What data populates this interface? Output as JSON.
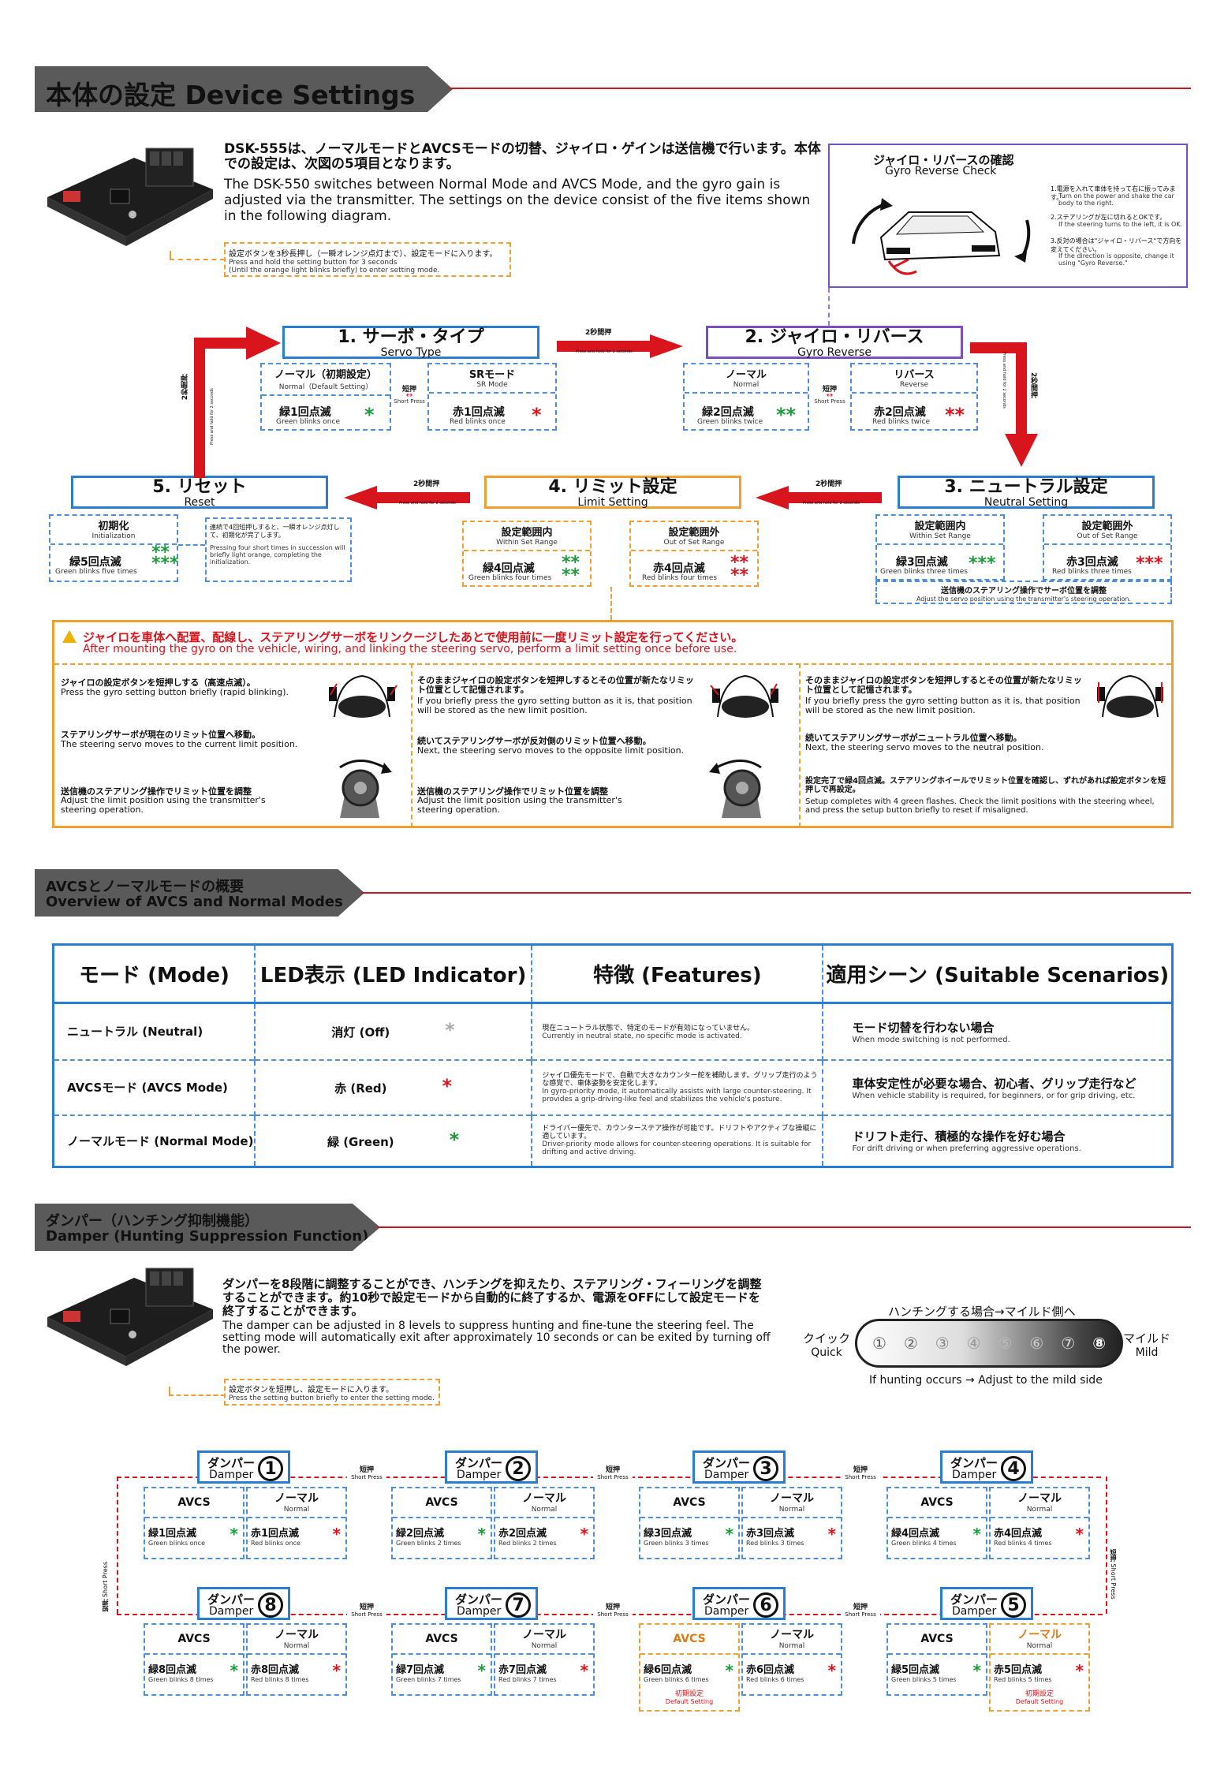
{
  "section1": {
    "title": "本体の設定 Device Settings",
    "intro_jp": "DSK-555は、ノーマルモードとAVCSモードの切替、ジャイロ・ゲインは送信機で行います。本体での設定は、次図の5項目となります。",
    "intro_en": "The DSK-550 switches between Normal Mode and AVCS Mode, and the gyro gain is adjusted via the transmitter. The settings on the device consist of the five items shown in the following diagram.",
    "callout_jp": "設定ボタンを3秒長押し（一瞬オレンジ点灯まで）、設定モードに入ります。",
    "callout_en1": "Press and hold the setting button for 3 seconds",
    "callout_en2": "(Until the orange light blinks briefly) to enter setting mode.",
    "gyro_check": {
      "title_jp": "ジャイロ・リバースの確認",
      "title_en": "Gyro Reverse Check",
      "s1_jp": "1.電源を入れて車体を持って右に振ってみます。",
      "s1_en": "Turn on the power and shake the car body to the right.",
      "s2_jp": "2.ステアリングが左に切れるとOKです。",
      "s2_en": "If the steering turns to the left, it is OK.",
      "s3_jp": "3.反対の場合は\"ジャイロ・リバース\"で方向を変えてください。",
      "s3_en": "If the direction is opposite, change it using \"Gyro Reverse.\""
    },
    "arrow_label_jp": "2秒間押",
    "arrow_label_en": "Press and hold for 2 seconds",
    "short_press_jp": "短押",
    "short_press_en": "Short Press",
    "step1": {
      "title_jp": "1. サーボ・タイプ",
      "title_en": "Servo Type",
      "opt_a_jp": "ノーマル（初期設定）",
      "opt_a_en": "Normal（Default Setting）",
      "opt_b_jp": "SRモード",
      "opt_b_en": "SR Mode",
      "led_a_jp": "緑1回点滅",
      "led_a_en": "Green blinks once",
      "led_b_jp": "赤1回点滅",
      "led_b_en": "Red blinks once"
    },
    "step2": {
      "title_jp": "2. ジャイロ・リバース",
      "title_en": "Gyro Reverse",
      "opt_a_jp": "ノーマル",
      "opt_a_en": "Normal",
      "opt_b_jp": "リバース",
      "opt_b_en": "Reverse",
      "led_a_jp": "緑2回点滅",
      "led_a_en": "Green blinks twice",
      "led_b_jp": "赤2回点滅",
      "led_b_en": "Red blinks twice"
    },
    "step3": {
      "title_jp": "3. ニュートラル設定",
      "title_en": "Neutral Setting",
      "opt_a_jp": "設定範囲内",
      "opt_a_en": "Within Set Range",
      "opt_b_jp": "設定範囲外",
      "opt_b_en": "Out of Set Range",
      "led_a_jp": "緑3回点滅",
      "led_a_en": "Green blinks three times",
      "led_b_jp": "赤3回点滅",
      "led_b_en": "Red blinks three times",
      "note_jp": "送信機のステアリング操作でサーボ位置を調整",
      "note_en": "Adjust the servo position using the transmitter's steering operation."
    },
    "step4": {
      "title_jp": "4. リミット設定",
      "title_en": "Limit Setting",
      "opt_a_jp": "設定範囲内",
      "opt_a_en": "Within Set Range",
      "opt_b_jp": "設定範囲外",
      "opt_b_en": "Out of Set Range",
      "led_a_jp": "緑4回点滅",
      "led_a_en": "Green blinks four times",
      "led_b_jp": "赤4回点滅",
      "led_b_en": "Red blinks four times"
    },
    "step5": {
      "title_jp": "5. リセット",
      "title_en": "Reset",
      "opt_jp": "初期化",
      "opt_en": "Initialization",
      "led_jp": "緑5回点滅",
      "led_en": "Green blinks five times",
      "desc_jp": "連続で4回短押しすると、一瞬オレンジ点灯して、初期化が完了します。",
      "desc_en": "Pressing four short times in succession will briefly light orange, completing the initialization."
    },
    "warning": {
      "jp": "ジャイロを車体へ配置、配線し、ステアリングサーボをリンクージしたあとで使用前に一度リミット設定を行ってください。",
      "en": "After mounting the gyro on the vehicle, wiring, and linking the steering servo, perform a limit setting once before use.",
      "c1": [
        {
          "jp": "ジャイロの設定ボタンを短押しする（高速点滅）。",
          "en": "Press the gyro setting button briefly (rapid blinking)."
        },
        {
          "jp": "ステアリングサーボが現在のリミット位置へ移動。",
          "en": "The steering servo moves to the current limit position."
        },
        {
          "jp": "送信機のステアリング操作でリミット位置を調整",
          "en": "Adjust the limit position using the transmitter's steering operation."
        }
      ],
      "c2": [
        {
          "jp": "そのままジャイロの設定ボタンを短押しするとその位置が新たなリミット位置として記憶されます。",
          "en": "If you briefly press the gyro setting button as it is, that position will be stored as the new limit position."
        },
        {
          "jp": "続いてステアリングサーボが反対側のリミット位置へ移動。",
          "en": "Next, the steering servo moves to the opposite limit position."
        },
        {
          "jp": "送信機のステアリング操作でリミット位置を調整",
          "en": "Adjust the limit position using the transmitter's steering operation."
        }
      ],
      "c3": [
        {
          "jp": "そのままジャイロの設定ボタンを短押しするとその位置が新たなリミット位置として記憶されます。",
          "en": "If you briefly press the gyro setting button as it is, that position will be stored as the new limit position."
        },
        {
          "jp": "続いてステアリングサーボがニュートラル位置へ移動。",
          "en": "Next, the steering servo moves to the neutral position."
        },
        {
          "jp": "設定完了で緑4回点滅。ステアリングホイールでリミット位置を確認し、ずれがあれば設定ボタンを短押しで再設定。",
          "en": "Setup completes with 4 green flashes. Check the limit positions with the steering wheel, and press the setup button briefly to reset if misaligned."
        }
      ]
    }
  },
  "section2": {
    "title_jp": "AVCSとノーマルモードの概要",
    "title_en": "Overview of AVCS and Normal Modes",
    "headers": [
      "モード (Mode)",
      "LED表示 (LED Indicator)",
      "特徴 (Features)",
      "適用シーン (Suitable Scenarios)"
    ],
    "rows": [
      {
        "mode": "ニュートラル (Neutral)",
        "led": "消灯 (Off)",
        "feat_jp": "現在ニュートラル状態で、特定のモードが有効になっていません。",
        "feat_en": "Currently in neutral state, no specific mode is activated.",
        "scene_jp": "モード切替を行わない場合",
        "scene_en": "When mode switching is not performed."
      },
      {
        "mode": "AVCSモード (AVCS Mode)",
        "led": "赤 (Red)",
        "feat_jp": "ジャイロ優先モードで、自動で大きなカウンター舵を補助します。グリップ走行のような感覚で、車体姿勢を安定化します。",
        "feat_en": "In gyro-priority mode, it automatically assists with large counter-steering. It provides a grip-driving-like feel and stabilizes the vehicle's posture.",
        "scene_jp": "車体安定性が必要な場合、初心者、グリップ走行など",
        "scene_en": "When vehicle stability is required, for beginners, or for grip driving, etc."
      },
      {
        "mode": "ノーマルモード (Normal Mode)",
        "led": "緑 (Green)",
        "feat_jp": "ドライバー優先で、カウンターステア操作が可能です。ドリフトやアクティブな操縦に適しています。",
        "feat_en": "Driver-priority mode allows for counter-steering operations. It is suitable for drifting and active driving.",
        "scene_jp": "ドリフト走行、積極的な操作を好む場合",
        "scene_en": "For drift driving or when preferring aggressive operations."
      }
    ]
  },
  "section3": {
    "title_jp": "ダンパー（ハンチング抑制機能）",
    "title_en": "Damper (Hunting Suppression Function)",
    "intro_jp": "ダンパーを8段階に調整することができ、ハンチングを抑えたり、ステアリング・フィーリングを調整することができます。約10秒で設定モードから自動的に終了するか、電源をOFFにして設定モードを終了することができます。",
    "intro_en": "The damper can be adjusted in 8 levels to suppress hunting and fine-tune the steering feel. The setting mode will automatically exit after approximately 10 seconds or can be exited by turning off the power.",
    "callout_jp": "設定ボタンを短押し、設定モードに入ります。",
    "callout_en": "Press the setting button briefly to enter the setting mode.",
    "scale_title": "ハンチングする場合→マイルド側へ",
    "scale_note": "If hunting occurs → Adjust to the mild side",
    "quick_jp": "クイック",
    "quick_en": "Quick",
    "mild_jp": "マイルド",
    "mild_en": "Mild",
    "levels": [
      "①",
      "②",
      "③",
      "④",
      "⑤",
      "⑥",
      "⑦",
      "⑧"
    ],
    "damper_jp": "ダンパー",
    "damper_en": "Damper",
    "avcs": "AVCS",
    "normal_jp": "ノーマル",
    "normal_en": "Normal",
    "default_jp": "初期設定",
    "default_en": "Default Setting",
    "cards": [
      {
        "num": "1",
        "g_jp": "緑1回点滅",
        "g_en": "Green blinks once",
        "r_jp": "赤1回点滅",
        "r_en": "Red blinks once"
      },
      {
        "num": "2",
        "g_jp": "緑2回点滅",
        "g_en": "Green blinks 2 times",
        "r_jp": "赤2回点滅",
        "r_en": "Red blinks 2 times"
      },
      {
        "num": "3",
        "g_jp": "緑3回点滅",
        "g_en": "Green blinks 3 times",
        "r_jp": "赤3回点滅",
        "r_en": "Red blinks 3 times"
      },
      {
        "num": "4",
        "g_jp": "緑4回点滅",
        "g_en": "Green blinks 4 times",
        "r_jp": "赤4回点滅",
        "r_en": "Red blinks 4 times"
      },
      {
        "num": "8",
        "g_jp": "緑8回点滅",
        "g_en": "Green blinks 8 times",
        "r_jp": "赤8回点滅",
        "r_en": "Red blinks 8 times"
      },
      {
        "num": "7",
        "g_jp": "緑7回点滅",
        "g_en": "Green blinks 7 times",
        "r_jp": "赤7回点滅",
        "r_en": "Red blinks 7 times"
      },
      {
        "num": "6",
        "g_jp": "緑6回点滅",
        "g_en": "Green blinks 6 times",
        "r_jp": "赤6回点滅",
        "r_en": "Red blinks 6 times"
      },
      {
        "num": "5",
        "g_jp": "緑5回点滅",
        "g_en": "Green blinks 5 times",
        "r_jp": "赤5回点滅",
        "r_en": "Red blinks 5 times"
      }
    ]
  }
}
